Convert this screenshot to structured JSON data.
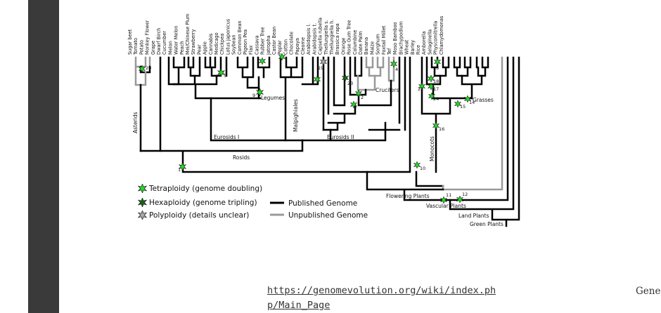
{
  "colors": {
    "published": "#000000",
    "unpublished": "#999999",
    "star_green": "#22dd22",
    "star_dark": "#116611",
    "star_gray": "#aaaaaa",
    "sidebar": "#3a3a3a"
  },
  "species": [
    "Sugar beet",
    "Tomato",
    "Potato",
    "Monkey Flower",
    "Grape",
    "Dwarf Birch",
    "Cucumber",
    "Melon",
    "Water Melon",
    "Peach",
    "Mei/Chinese Plum",
    "Strawberry",
    "Pear",
    "Apple",
    "Cannabis",
    "Medicago",
    "Chickpea",
    "Lotus japonicus",
    "Soybean",
    "Common Bean",
    "Pigeon Pea",
    "Flax",
    "Cassava",
    "Rubber Tree",
    "Jatropha",
    "Castor Bean",
    "Poplar",
    "Cotton",
    "Chocolate",
    "Papaya",
    "Cleome",
    "Arabidopsis l.",
    "Arabidopsis t.",
    "Capsella rubella",
    "Thellungiella s.",
    "Thellungiella h.",
    "Brassica rapa",
    "Orange",
    "Rose Gum Tree",
    "Columbine",
    "Date Palm",
    "Banana",
    "Maize",
    "Sorghum",
    "Foxtail Millet",
    "Tef",
    "Moso Bamboo",
    "Brachypodium",
    "Wheat",
    "Barley",
    "Rice",
    "Amborella",
    "Selaginella",
    "Physcomitrella",
    "Chlamydomonas"
  ],
  "clades": {
    "asterids": "Asterids",
    "rosids": "Rosids",
    "eurosids1": "Eurosids I",
    "eurosids2": "Eurosids II",
    "malpighiales": "Malpighiales",
    "legumes": "Legumes",
    "crucifers": "Crucifers",
    "monocots": "Monocots",
    "grasses": "Grasses",
    "flowering": "Flowering Plants",
    "vascular": "Vascular Plants",
    "land": "Land Plants",
    "green": "Green Plants"
  },
  "event_numbers": [
    "1",
    "3",
    "5",
    "7",
    "9",
    "10",
    "11",
    "12",
    "13",
    "14",
    "15",
    "16",
    "17",
    "18",
    "19",
    "20",
    "21",
    "23",
    "24",
    "4",
    "2"
  ],
  "legend": {
    "tetraploidy": "Tetraploidy (genome doubling)",
    "hexaploidy": "Hexaploidy (genome tripling)",
    "polyploidy": "Polyploidy (details unclear)",
    "published": "Published Genome",
    "unpublished": "Unpublished Genome"
  },
  "link": {
    "text": "https://genomevolution.org/wiki/index.php/Main_Page"
  },
  "side_text": "Gene"
}
